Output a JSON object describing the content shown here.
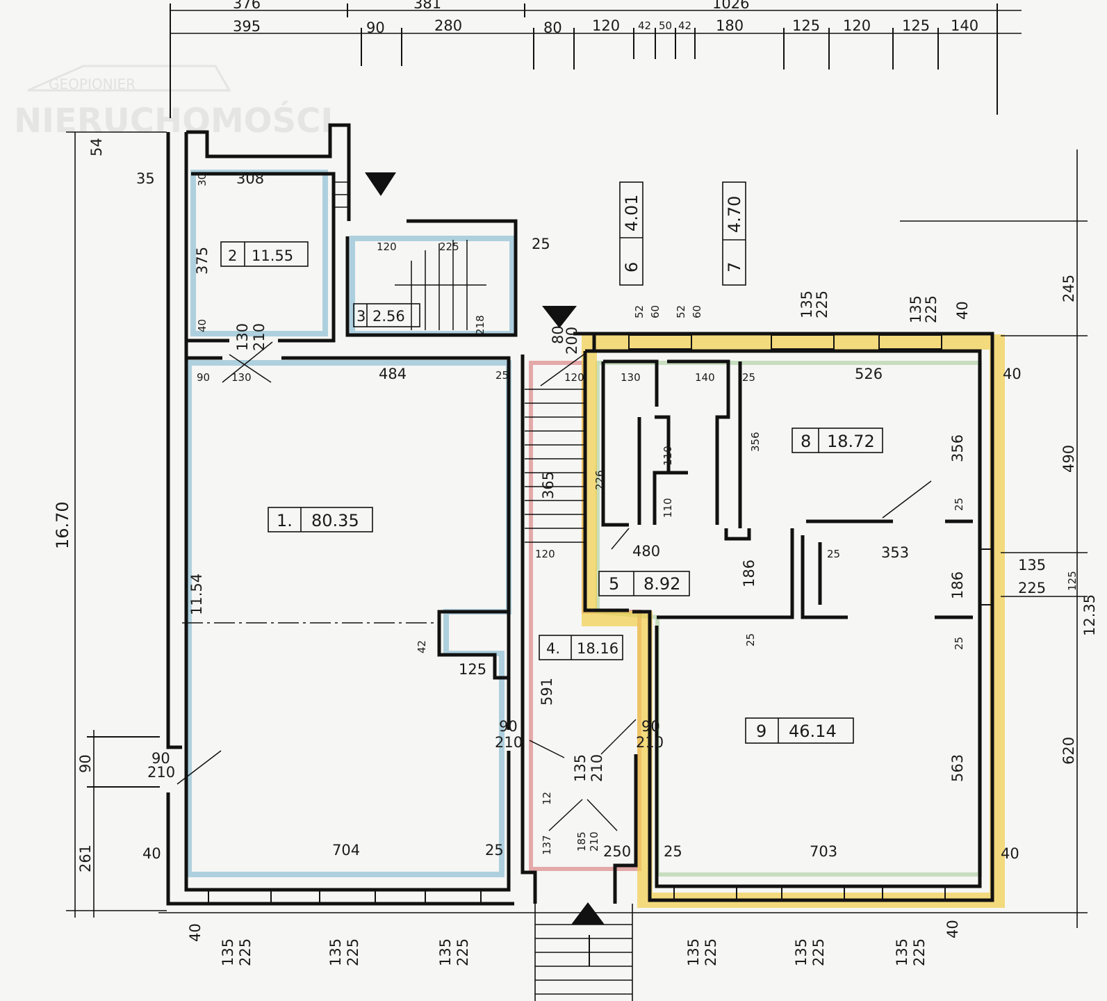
{
  "watermark": {
    "line1": "GEOPIONIER",
    "line2": "NIERUCHOMOŚCI"
  },
  "top_dims_row1": [
    "376",
    "381",
    "1026"
  ],
  "top_dims_row2": [
    "395",
    "90",
    "280",
    "80",
    "120",
    "42",
    "50",
    "42",
    "180",
    "125",
    "120",
    "125",
    "140"
  ],
  "left_dims": {
    "total": "16.70",
    "d54": "54",
    "d90": "90",
    "d261": "261"
  },
  "right_dims": {
    "d245": "245",
    "d490": "490",
    "d125": "125",
    "d1235": "12.35",
    "d620": "620"
  },
  "bottom_dims": [
    "40",
    "135",
    "225",
    "135",
    "225",
    "135",
    "225",
    "135",
    "225",
    "135",
    "225",
    "135",
    "225",
    "40"
  ],
  "rooms": [
    {
      "num": "1.",
      "area": "80.35"
    },
    {
      "num": "2",
      "area": "11.55"
    },
    {
      "num": "3",
      "area": "2.56"
    },
    {
      "num": "4.",
      "area": "18.16"
    },
    {
      "num": "5",
      "area": "8.92"
    },
    {
      "num": "6",
      "area": "4.01"
    },
    {
      "num": "7",
      "area": "4.70"
    },
    {
      "num": "8",
      "area": "18.72"
    },
    {
      "num": "9",
      "area": "46.14"
    }
  ],
  "inner_dims": {
    "d35": "35",
    "d308": "308",
    "d30": "30",
    "d375": "375",
    "d40a": "40",
    "d130": "130",
    "d210": "210",
    "d90": "90",
    "d130b": "130",
    "d484": "484",
    "d25a": "25",
    "d1154": "11.54",
    "d42": "42",
    "d125": "125",
    "d704": "704",
    "d25b": "25",
    "d40b": "40",
    "d90b": "90",
    "d210b": "210",
    "d25c": "25",
    "d120": "120",
    "d225": "225",
    "d218": "218",
    "d80": "80",
    "d200": "200",
    "d120b": "120",
    "d365": "365",
    "d120c": "120",
    "d591": "591",
    "d90c": "90",
    "d210c": "210",
    "d135": "135",
    "d210d": "210",
    "d185": "185",
    "d210e": "210",
    "d137": "137",
    "d12": "12",
    "d250": "250",
    "d90d": "90",
    "d210f": "210",
    "d52": "52",
    "d60": "60",
    "d52b": "52",
    "d60b": "60",
    "d135b": "135",
    "d225b": "225",
    "d135c": "135",
    "d225c": "225",
    "d40c": "40",
    "d130c": "130",
    "d140": "140",
    "d25d": "25",
    "d526": "526",
    "d40d": "40",
    "d356": "356",
    "d356b": "356",
    "d226": "226",
    "d480": "480",
    "d186": "186",
    "d25e": "25",
    "d353": "353",
    "d25f": "25",
    "d186b": "186",
    "d135d": "135",
    "d225d": "225",
    "d25g": "25",
    "d25h": "25",
    "d563": "563",
    "d703": "703",
    "d25i": "25",
    "d40e": "40",
    "d110": "110",
    "d110b": "110"
  },
  "colors": {
    "blue": "#7fb7cf",
    "red": "#d98080",
    "yellow": "#f2cf4a",
    "green": "#98c48a"
  }
}
